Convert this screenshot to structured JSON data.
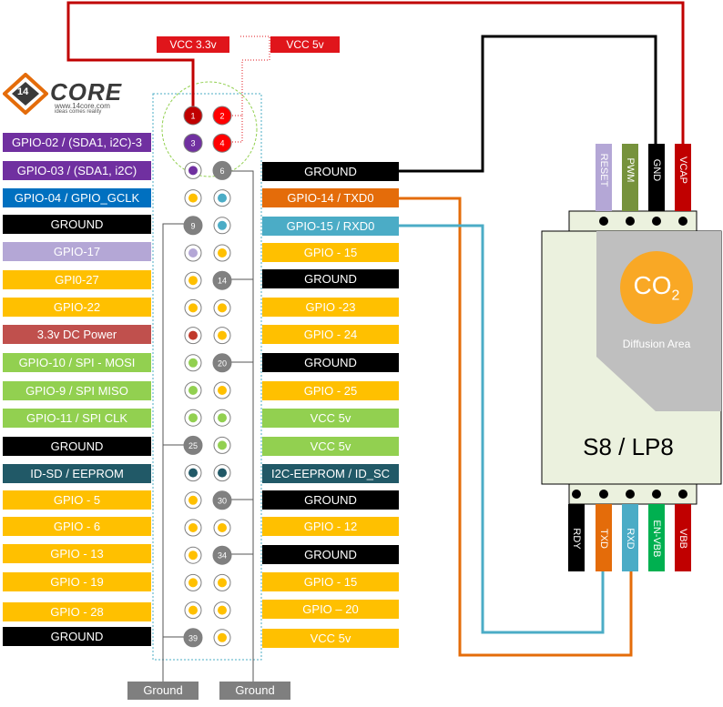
{
  "logo": {
    "name": "CORE",
    "badge": "14",
    "url": "www.14core.com",
    "tagline": "ideas comes reality"
  },
  "power_labels": {
    "vcc33": "VCC 3.3v",
    "vcc5": "VCC 5v"
  },
  "ground_labels": [
    "Ground",
    "Ground"
  ],
  "pins": [
    {
      "n": 1,
      "c": "#c00000",
      "lbl": true
    },
    {
      "n": 2,
      "c": "#ff0000",
      "lbl": true
    },
    {
      "n": 3,
      "c": "#7030a0",
      "lbl": true
    },
    {
      "n": 4,
      "c": "#ff0000",
      "lbl": true
    },
    {
      "n": 5,
      "c": "#7030a0",
      "lbl": false
    },
    {
      "n": 6,
      "c": "#808080",
      "lbl": true
    },
    {
      "n": 7,
      "c": "#ffc000",
      "lbl": false
    },
    {
      "n": 8,
      "c": "#4bacc6",
      "lbl": false
    },
    {
      "n": 9,
      "c": "#808080",
      "lbl": true
    },
    {
      "n": 10,
      "c": "#4bacc6",
      "lbl": false
    },
    {
      "n": 11,
      "c": "#b4a7d6",
      "lbl": false
    },
    {
      "n": 12,
      "c": "#ffc000",
      "lbl": false
    },
    {
      "n": 13,
      "c": "#ffc000",
      "lbl": false
    },
    {
      "n": 14,
      "c": "#808080",
      "lbl": true
    },
    {
      "n": 15,
      "c": "#ffc000",
      "lbl": false
    },
    {
      "n": 16,
      "c": "#ffc000",
      "lbl": false
    },
    {
      "n": 17,
      "c": "#c0392b",
      "lbl": false
    },
    {
      "n": 18,
      "c": "#ffc000",
      "lbl": false
    },
    {
      "n": 19,
      "c": "#92d050",
      "lbl": false
    },
    {
      "n": 20,
      "c": "#808080",
      "lbl": true
    },
    {
      "n": 21,
      "c": "#92d050",
      "lbl": false
    },
    {
      "n": 22,
      "c": "#ffc000",
      "lbl": false
    },
    {
      "n": 23,
      "c": "#92d050",
      "lbl": false
    },
    {
      "n": 24,
      "c": "#92d050",
      "lbl": false
    },
    {
      "n": 25,
      "c": "#808080",
      "lbl": true
    },
    {
      "n": 26,
      "c": "#92d050",
      "lbl": false
    },
    {
      "n": 27,
      "c": "#215967",
      "lbl": false
    },
    {
      "n": 28,
      "c": "#215967",
      "lbl": false
    },
    {
      "n": 29,
      "c": "#ffc000",
      "lbl": false
    },
    {
      "n": 30,
      "c": "#808080",
      "lbl": true
    },
    {
      "n": 31,
      "c": "#ffc000",
      "lbl": false
    },
    {
      "n": 32,
      "c": "#ffc000",
      "lbl": false
    },
    {
      "n": 33,
      "c": "#ffc000",
      "lbl": false
    },
    {
      "n": 34,
      "c": "#808080",
      "lbl": true
    },
    {
      "n": 35,
      "c": "#ffc000",
      "lbl": false
    },
    {
      "n": 36,
      "c": "#ffc000",
      "lbl": false
    },
    {
      "n": 37,
      "c": "#ffc000",
      "lbl": false
    },
    {
      "n": 38,
      "c": "#ffc000",
      "lbl": false
    },
    {
      "n": 39,
      "c": "#808080",
      "lbl": true
    },
    {
      "n": 40,
      "c": "#ffc000",
      "lbl": false
    }
  ],
  "left_labels": [
    {
      "text": "GPIO-02 / (SDA1, i2C)-3",
      "bg": "#7030a0",
      "fg": "#ffffff"
    },
    {
      "text": "GPIO-03 / (SDA1, i2C)",
      "bg": "#7030a0",
      "fg": "#ffffff"
    },
    {
      "text": "GPIO-04 / GPIO_GCLK",
      "bg": "#0070c0",
      "fg": "#ffffff"
    },
    {
      "text": "GROUND",
      "bg": "#000000",
      "fg": "#ffffff"
    },
    {
      "text": "GPIO-17",
      "bg": "#b4a7d6",
      "fg": "#ffffff"
    },
    {
      "text": "GPI0-27",
      "bg": "#ffc000",
      "fg": "#ffffff"
    },
    {
      "text": "GPIO-22",
      "bg": "#ffc000",
      "fg": "#ffffff"
    },
    {
      "text": "3.3v DC Power",
      "bg": "#c0504d",
      "fg": "#ffffff"
    },
    {
      "text": "GPIO-10 / SPI - MOSI",
      "bg": "#92d050",
      "fg": "#ffffff"
    },
    {
      "text": "GPIO-9 / SPI MISO",
      "bg": "#92d050",
      "fg": "#ffffff"
    },
    {
      "text": "GPIO-11 / SPI CLK",
      "bg": "#92d050",
      "fg": "#ffffff"
    },
    {
      "text": "GROUND",
      "bg": "#000000",
      "fg": "#ffffff"
    },
    {
      "text": "ID-SD / EEPROM",
      "bg": "#215967",
      "fg": "#ffffff"
    },
    {
      "text": "GPIO - 5",
      "bg": "#ffc000",
      "fg": "#ffffff"
    },
    {
      "text": "GPIO - 6",
      "bg": "#ffc000",
      "fg": "#ffffff"
    },
    {
      "text": "GPIO - 13",
      "bg": "#ffc000",
      "fg": "#ffffff"
    },
    {
      "text": "GPIO - 19",
      "bg": "#ffc000",
      "fg": "#ffffff"
    },
    {
      "text": "GPIO - 28",
      "bg": "#ffc000",
      "fg": "#ffffff"
    },
    {
      "text": "GROUND",
      "bg": "#000000",
      "fg": "#ffffff"
    }
  ],
  "right_labels": [
    {
      "text": "GROUND",
      "bg": "#000000",
      "fg": "#ffffff"
    },
    {
      "text": "GPIO-14 / TXD0",
      "bg": "#e46c0a",
      "fg": "#ffffff"
    },
    {
      "text": "GPIO-15 / RXD0",
      "bg": "#4bacc6",
      "fg": "#ffffff"
    },
    {
      "text": "GPIO - 15",
      "bg": "#ffc000",
      "fg": "#ffffff"
    },
    {
      "text": "GROUND",
      "bg": "#000000",
      "fg": "#ffffff"
    },
    {
      "text": "GPIO -23",
      "bg": "#ffc000",
      "fg": "#ffffff"
    },
    {
      "text": "GPIO - 24",
      "bg": "#ffc000",
      "fg": "#ffffff"
    },
    {
      "text": "GROUND",
      "bg": "#000000",
      "fg": "#ffffff"
    },
    {
      "text": "GPIO - 25",
      "bg": "#ffc000",
      "fg": "#ffffff"
    },
    {
      "text": "VCC 5v",
      "bg": "#92d050",
      "fg": "#ffffff"
    },
    {
      "text": "VCC 5v",
      "bg": "#92d050",
      "fg": "#ffffff"
    },
    {
      "text": "I2C-EEPROM / ID_SC",
      "bg": "#215967",
      "fg": "#ffffff"
    },
    {
      "text": "GROUND",
      "bg": "#000000",
      "fg": "#ffffff"
    },
    {
      "text": "GPIO - 12",
      "bg": "#ffc000",
      "fg": "#ffffff"
    },
    {
      "text": "GROUND",
      "bg": "#000000",
      "fg": "#ffffff"
    },
    {
      "text": "GPIO - 15",
      "bg": "#ffc000",
      "fg": "#ffffff"
    },
    {
      "text": "GPIO – 20",
      "bg": "#ffc000",
      "fg": "#ffffff"
    },
    {
      "text": "VCC 5v",
      "bg": "#ffc000",
      "fg": "#ffffff"
    }
  ],
  "sensor": {
    "name": "S8 / LP8",
    "co2": "CO",
    "co2_sub": "2",
    "diffusion": "Diffusion Area",
    "top_pins": [
      {
        "label": "RESET",
        "color": "#b4a7d6"
      },
      {
        "label": "PWM",
        "color": "#76923c"
      },
      {
        "label": "GND",
        "color": "#000000"
      },
      {
        "label": "VCAP",
        "color": "#c00000"
      }
    ],
    "bottom_pins": [
      {
        "label": "RDY",
        "color": "#000000"
      },
      {
        "label": "TXD",
        "color": "#e46c0a"
      },
      {
        "label": "RXD",
        "color": "#4bacc6"
      },
      {
        "label": "EN-VBB",
        "color": "#00b050"
      },
      {
        "label": "VBB",
        "color": "#c00000"
      }
    ]
  }
}
